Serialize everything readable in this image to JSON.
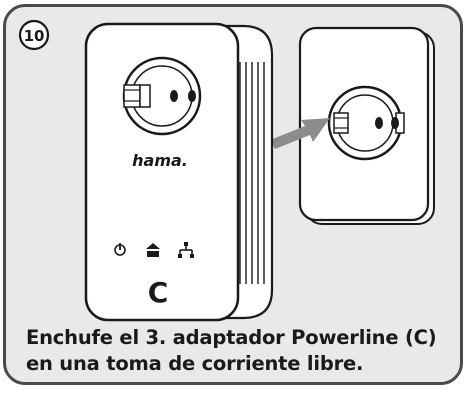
{
  "step": {
    "number": "10"
  },
  "adapter": {
    "brand": "hama.",
    "letter": "C",
    "led_icons": [
      "power-icon",
      "home-icon",
      "network-icon"
    ]
  },
  "caption": {
    "line1": "Enchufe el 3. adaptador Powerline (C)",
    "line2": "en una toma de corriente libre."
  },
  "colors": {
    "background": "#e9e9e9",
    "border": "#4a4a4a",
    "arrow": "#8c8c8c",
    "device": "#ffffff"
  }
}
